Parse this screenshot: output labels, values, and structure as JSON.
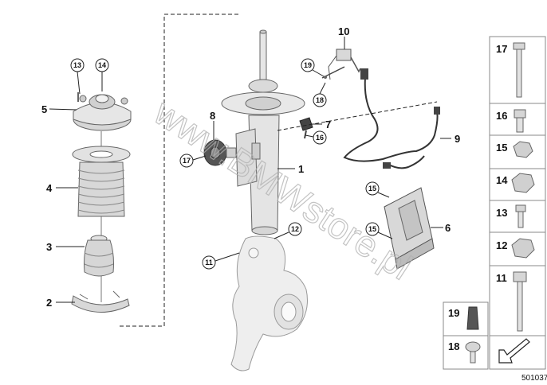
{
  "diagram_id": "501037",
  "watermark": "www.BMWstore.pl",
  "callouts": {
    "c1": "1",
    "c2": "2",
    "c3": "3",
    "c4": "4",
    "c5": "5",
    "c6": "6",
    "c7": "7",
    "c8": "8",
    "c9": "9",
    "c10": "10"
  },
  "circled": {
    "c11a": "11",
    "c12a": "12",
    "c13a": "13",
    "c14a": "14",
    "c15a": "15",
    "c15b": "15",
    "c16a": "16",
    "c17a": "17",
    "c18a": "18",
    "c19a": "19"
  },
  "legend": {
    "l17": "17",
    "l16": "16",
    "l15": "15",
    "l14": "14",
    "l13": "13",
    "l12": "12",
    "l11": "11",
    "l19": "19",
    "l18": "18"
  },
  "colors": {
    "part_fill": "#e4e4e4",
    "part_stroke": "#6a6a6a",
    "line": "#222222"
  },
  "icons": [
    "arrow-icon"
  ]
}
